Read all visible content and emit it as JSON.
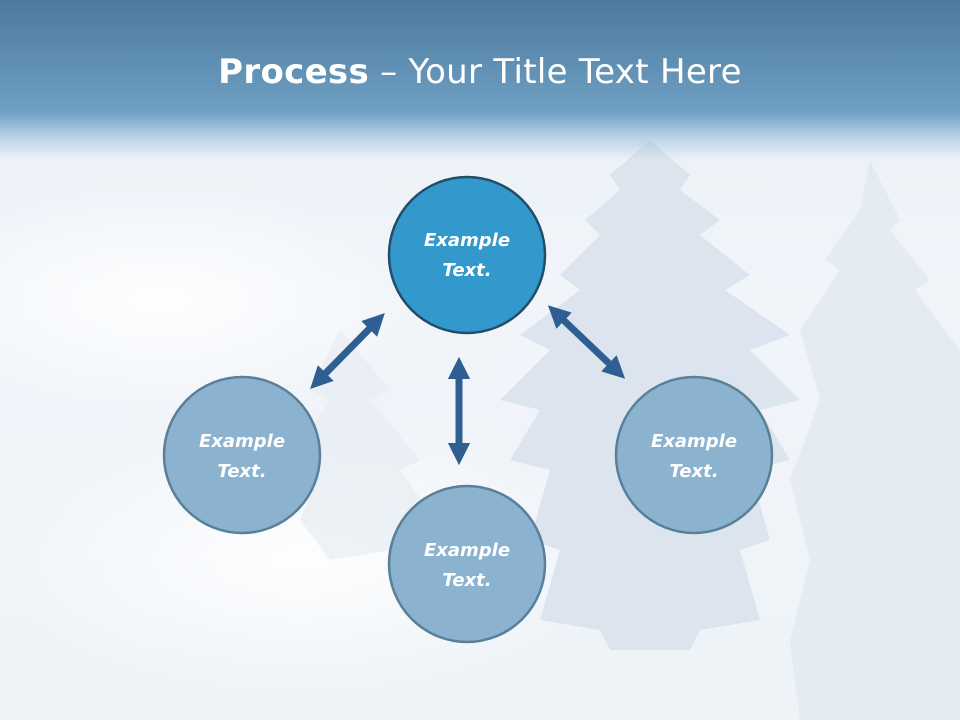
{
  "slide": {
    "title_bold": "Process",
    "title_rest": " – Your Title Text Here"
  },
  "nodes": [
    {
      "id": "top",
      "line1": "Example",
      "line2": "Text.",
      "fill": "#3399cc",
      "stroke": "#1f4e6b"
    },
    {
      "id": "left",
      "line1": "Example",
      "line2": "Text.",
      "fill": "#8bb2cf",
      "stroke": "#5a7f99"
    },
    {
      "id": "bottom",
      "line1": "Example",
      "line2": "Text.",
      "fill": "#8bb2cf",
      "stroke": "#5a7f99"
    },
    {
      "id": "right",
      "line1": "Example",
      "line2": "Text.",
      "fill": "#8bb2cf",
      "stroke": "#5a7f99"
    }
  ],
  "colors": {
    "arrow": "#2f5f92",
    "title_bar": "#5f8fb2"
  },
  "icons": [
    "double-arrow-icon"
  ]
}
